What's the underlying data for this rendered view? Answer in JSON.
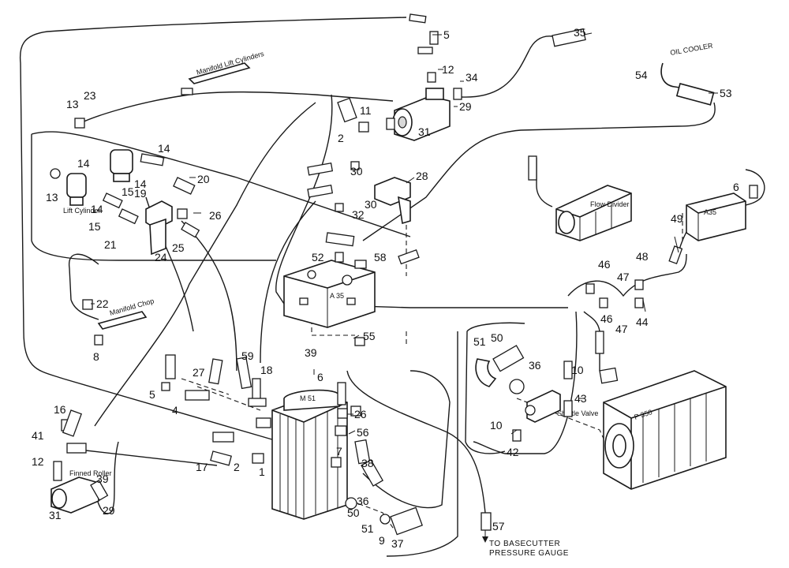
{
  "callouts": {
    "c1": "1",
    "c2a": "2",
    "c2b": "2",
    "c4": "4",
    "c5a": "5",
    "c5b": "5",
    "c6a": "6",
    "c6b": "6",
    "c7": "7",
    "c8": "8",
    "c9": "9",
    "c10a": "10",
    "c10b": "10",
    "c11": "11",
    "c12a": "12",
    "c12b": "12",
    "c13a": "13",
    "c13b": "13",
    "c14a": "14",
    "c14b": "14",
    "c14c": "14",
    "c14d": "14",
    "c15a": "15",
    "c15b": "15",
    "c16": "16",
    "c17": "17",
    "c18": "18",
    "c19": "19",
    "c20": "20",
    "c21": "21",
    "c22": "22",
    "c23": "23",
    "c24": "24",
    "c25": "25",
    "c26a": "26",
    "c26b": "26",
    "c27": "27",
    "c28": "28",
    "c29a": "29",
    "c29b": "29",
    "c30a": "30",
    "c30b": "30",
    "c31a": "31",
    "c31b": "31",
    "c32": "32",
    "c34": "34",
    "c35": "35",
    "c36a": "36",
    "c36b": "36",
    "c37": "37",
    "c38": "38",
    "c39a": "39",
    "c39b": "39",
    "c41": "41",
    "c42": "42",
    "c43": "43",
    "c44": "44",
    "c46a": "46",
    "c46b": "46",
    "c47a": "47",
    "c47b": "47",
    "c48": "48",
    "c49": "49",
    "c50a": "50",
    "c50b": "50",
    "c51a": "51",
    "c51b": "51",
    "c52": "52",
    "c53": "53",
    "c54": "54",
    "c55": "55",
    "c56": "56",
    "c57": "57",
    "c58": "58",
    "c59": "59"
  },
  "component_labels": {
    "oil_cooler": "OIL COOLER",
    "pump": "P 350",
    "valve_block": "A 35",
    "valve_block_right": "A35",
    "shuttle_valve": "Shuttle Valve",
    "flow_divider": "Flow Divider",
    "manifold_top": "Manifold Lift Cylinders",
    "manifold_left": "Manifold Chop",
    "lift_cylinder": "Lift Cylinder",
    "motor": "Finned Roller",
    "tank_top": "M 51"
  },
  "note": {
    "line1": "TO BASECUTTER",
    "line2": "PRESSURE GAUGE"
  }
}
